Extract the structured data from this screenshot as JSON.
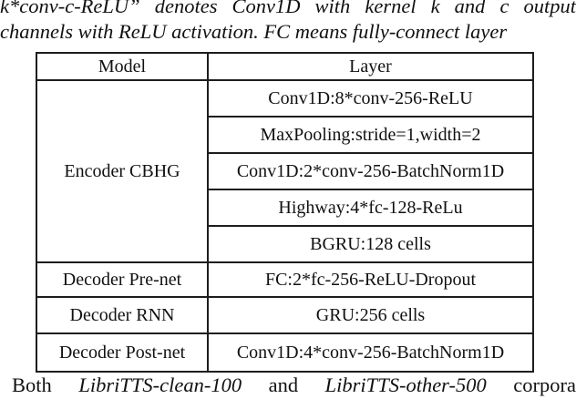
{
  "caption": {
    "line1": "k*conv-c-ReLU” denotes Conv1D with kernel k and c output",
    "line2": "channels with ReLU activation. FC means fully-connect layer"
  },
  "table": {
    "headers": [
      "Model",
      "Layer"
    ],
    "rows": [
      {
        "model": "Encoder CBHG",
        "layers": [
          "Conv1D:8*conv-256-ReLU",
          "MaxPooling:stride=1,width=2",
          "Conv1D:2*conv-256-BatchNorm1D",
          "Highway:4*fc-128-ReLu",
          "BGRU:128 cells"
        ]
      },
      {
        "model": "Decoder Pre-net",
        "layers": [
          "FC:2*fc-256-ReLU-Dropout"
        ]
      },
      {
        "model": "Decoder RNN",
        "layers": [
          "GRU:256 cells"
        ]
      },
      {
        "model": "Decoder Post-net",
        "layers": [
          "Conv1D:4*conv-256-BatchNorm1D"
        ]
      }
    ]
  },
  "footer": {
    "parts": [
      {
        "text": "Both ",
        "italic": false
      },
      {
        "text": "LibriTTS-clean-100",
        "italic": true
      },
      {
        "text": " and ",
        "italic": false
      },
      {
        "text": "LibriTTS-other-500",
        "italic": true
      },
      {
        "text": " corpora",
        "italic": false
      }
    ]
  },
  "colors": {
    "text": "#111111",
    "border": "#1d1d1d",
    "background": "#ffffff"
  }
}
